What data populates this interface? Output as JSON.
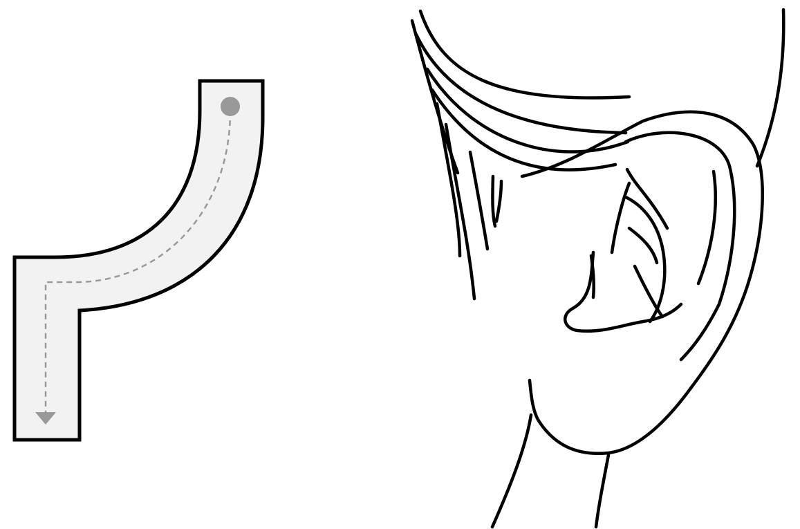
{
  "colors": {
    "background": "#ffffff",
    "outline": "#000000",
    "channel_fill": "#f2f2f2",
    "path_marker": "#999999"
  },
  "figure": {
    "channel_diagram": {
      "shape": "bent-tube",
      "path_style": "dashed",
      "start_marker": "filled-circle",
      "end_marker": "arrowhead-down"
    },
    "ear_illustration": {
      "style": "black line drawing",
      "parts": [
        "hair",
        "ear",
        "neck"
      ]
    }
  }
}
